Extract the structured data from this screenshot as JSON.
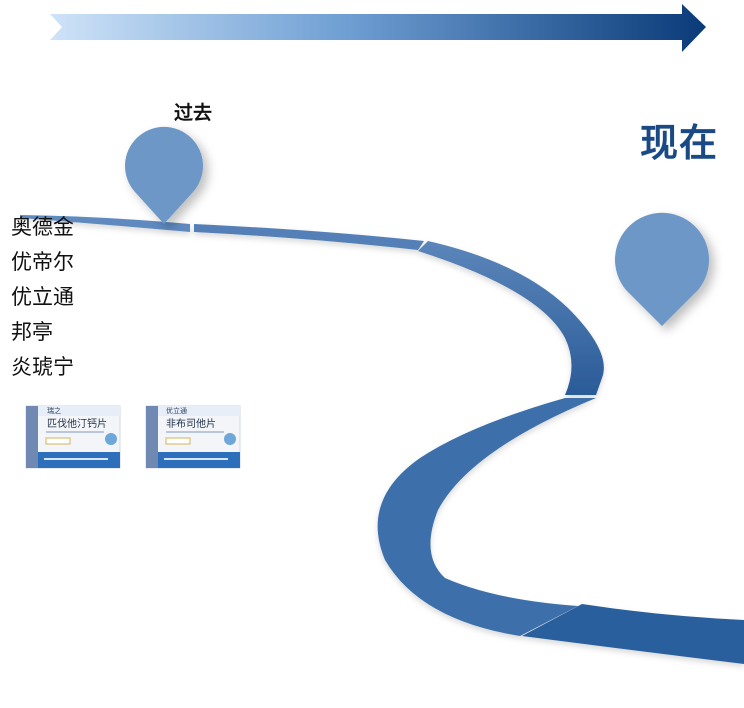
{
  "timeline": {
    "past_label": "过去",
    "present_label": "现在"
  },
  "past_products": [
    "奥德金",
    "优帝尔",
    "优立通",
    "邦亭",
    "炎琥宁"
  ],
  "product_boxes": [
    {
      "brand": "瑞之",
      "name": "匹伐他汀钙片"
    },
    {
      "brand": "优立通",
      "name": "非布司他片"
    }
  ],
  "colors": {
    "arrow_start": "#cfe1f6",
    "arrow_end": "#0b3b78",
    "road": "#3f73ad",
    "road_dark": "#2a5a96",
    "pin": "#6d97c7",
    "present_text": "#1a4a86"
  }
}
